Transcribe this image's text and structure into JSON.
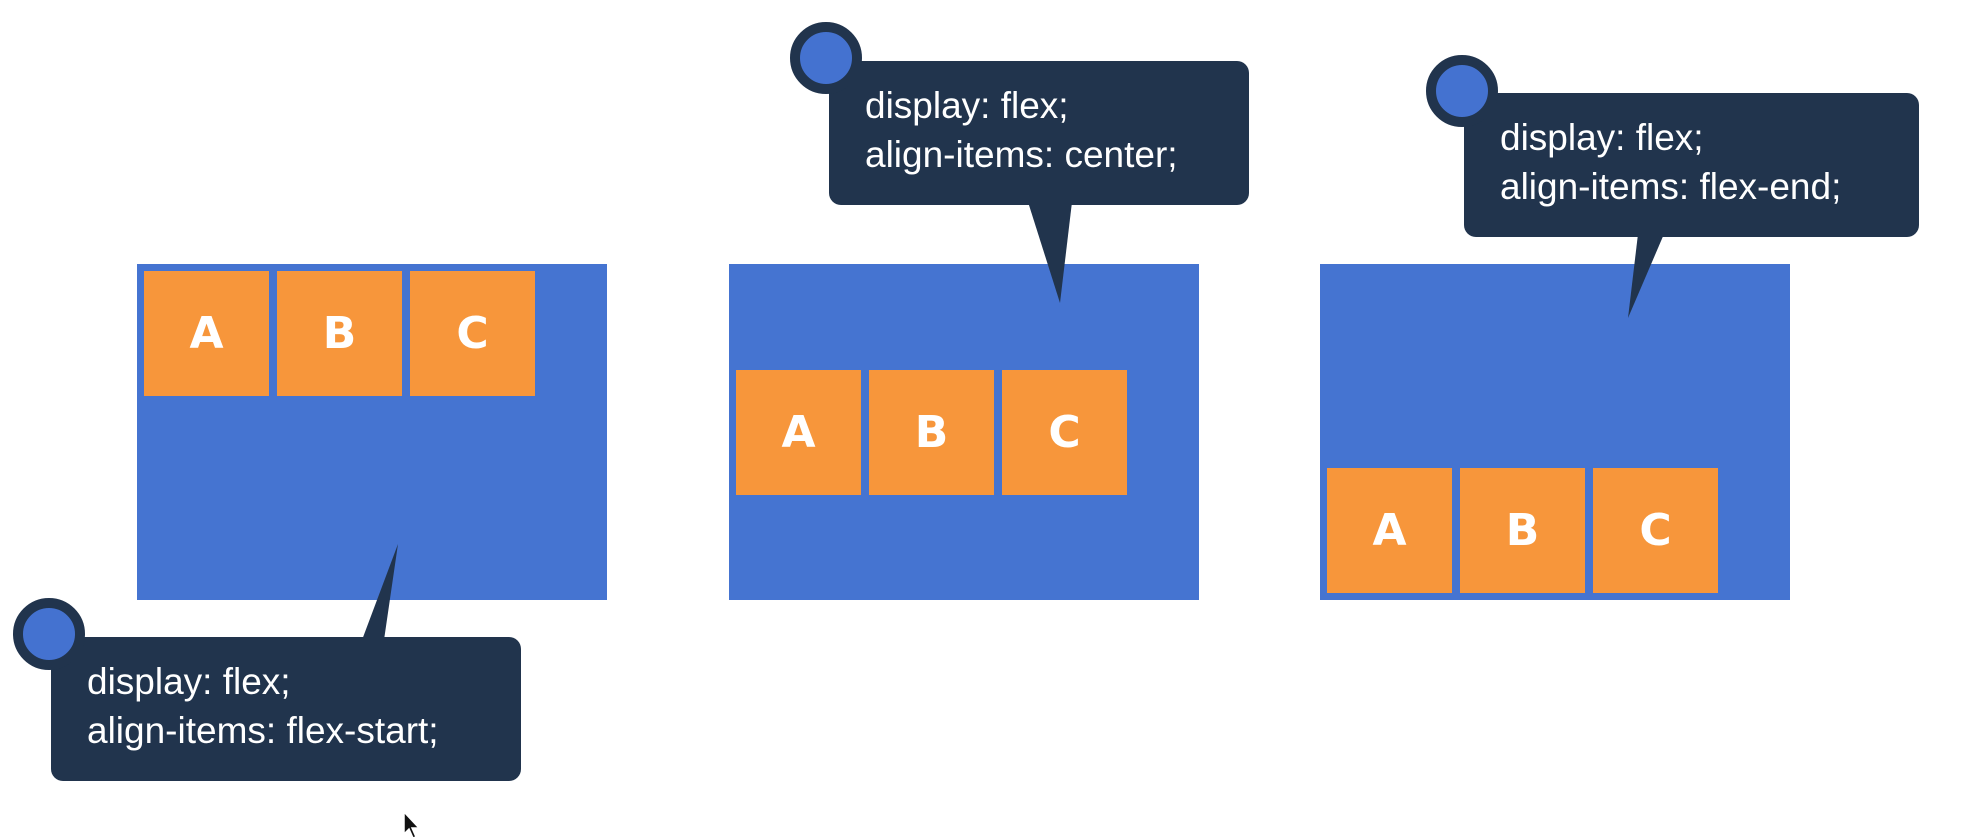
{
  "panels": [
    {
      "items": [
        "A",
        "B",
        "C"
      ]
    },
    {
      "items": [
        "A",
        "B",
        "C"
      ]
    },
    {
      "items": [
        "A",
        "B",
        "C"
      ]
    }
  ],
  "callouts": [
    {
      "line1": "display: flex;",
      "line2": "align-items: flex-start;"
    },
    {
      "line1": "display: flex;",
      "line2": "align-items: center;"
    },
    {
      "line1": "display: flex;",
      "line2": "align-items: flex-end;"
    }
  ],
  "colors": {
    "container": "#4574d1",
    "item": "#f7963b",
    "callout": "#21344d",
    "underline": "#e0382b"
  }
}
